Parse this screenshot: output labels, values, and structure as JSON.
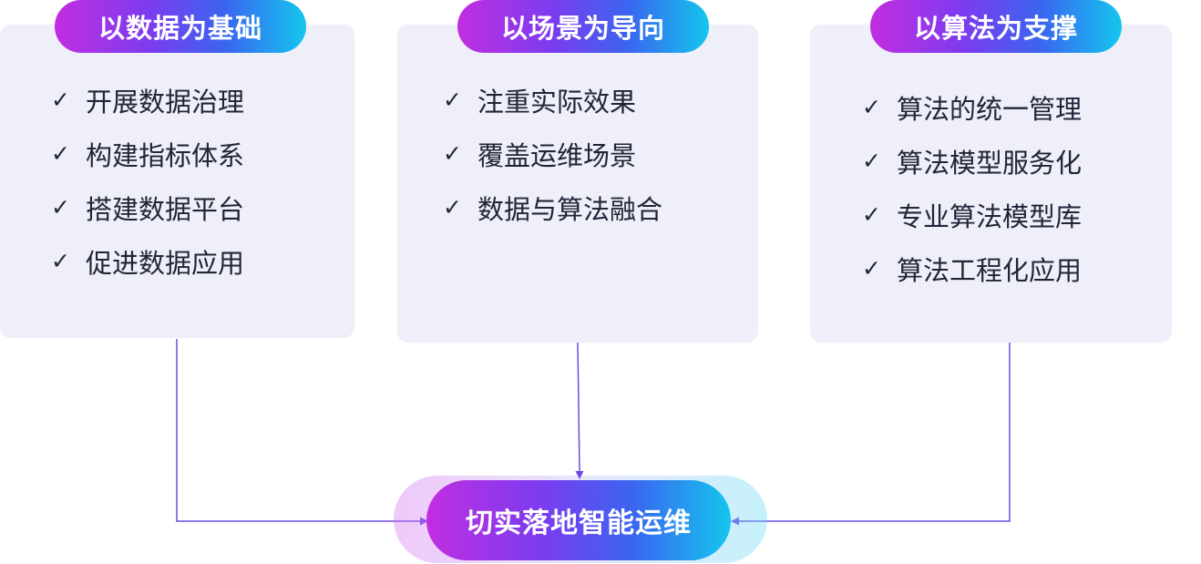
{
  "columns": [
    {
      "title": "以数据为基础",
      "items": [
        "开展数据治理",
        "构建指标体系",
        "搭建数据平台",
        "促进数据应用"
      ]
    },
    {
      "title": "以场景为导向",
      "items": [
        "注重实际效果",
        "覆盖运维场景",
        "数据与算法融合"
      ]
    },
    {
      "title": "以算法为支撑",
      "items": [
        "算法的统一管理",
        "算法模型服务化",
        "专业算法模型库",
        "算法工程化应用"
      ]
    }
  ],
  "check_mark": "✓",
  "result": "切实落地智能运维",
  "colors": {
    "card_bg": "#eeeff8",
    "gradient_start": "#c12ee0",
    "gradient_end": "#14c6ee",
    "connector": "#6d48e0",
    "text": "#222438"
  }
}
